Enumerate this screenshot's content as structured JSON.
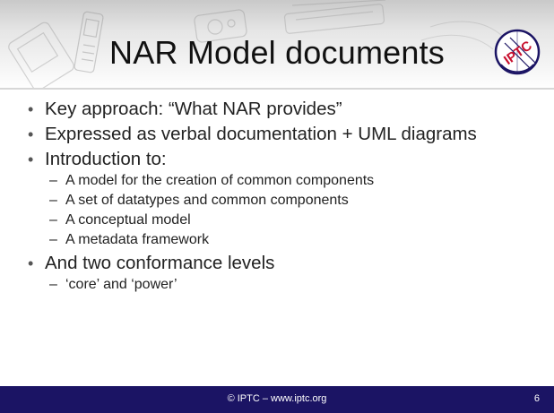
{
  "slide": {
    "title": "NAR Model documents",
    "logo_text": "IPTC",
    "bullets": [
      {
        "text": "Key approach: “What NAR provides”",
        "sub": []
      },
      {
        "text": "Expressed as verbal documentation + UML diagrams",
        "sub": []
      },
      {
        "text": "Introduction to:",
        "sub": [
          "A model for the creation of common components",
          "A set of datatypes and common components",
          "A conceptual model",
          "A metadata framework"
        ]
      },
      {
        "text": "And two conformance levels",
        "sub": [
          "‘core’ and ‘power’"
        ]
      }
    ],
    "footer": "© IPTC – www.iptc.org",
    "page_number": "6",
    "bullet_glyph": "•",
    "sub_glyph": "–"
  },
  "colors": {
    "footer_bg": "#1b1464",
    "logo_ring": "#1b1464",
    "logo_text": "#c8102e"
  },
  "icons": [
    "pda-icon",
    "mobile-phone-icon",
    "camera-icon",
    "keyboard-icon",
    "iptc-logo"
  ]
}
